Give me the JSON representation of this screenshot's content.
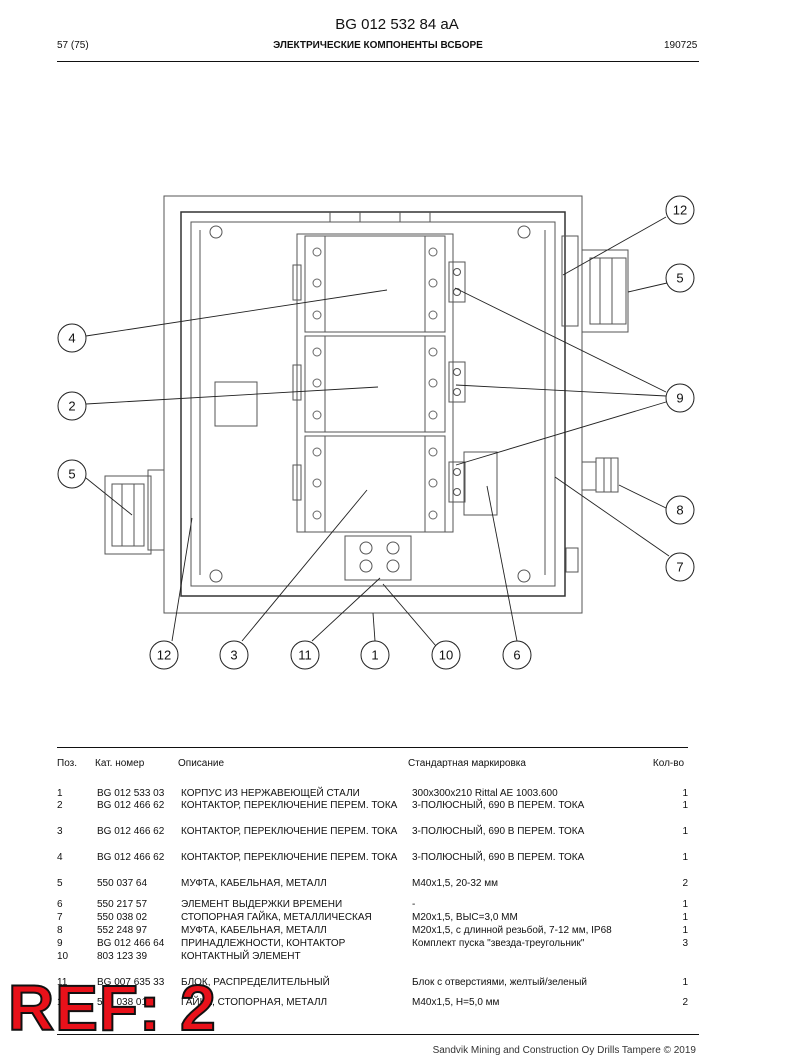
{
  "header": {
    "doc_number": "BG 012 532 84 aA",
    "page": "57 (75)",
    "section_title": "ЭЛЕКТРИЧЕСКИЕ КОМПОНЕНТЫ ВСБОРЕ",
    "revision": "190725"
  },
  "drawing": {
    "callouts": [
      "12",
      "5",
      "4",
      "9",
      "2",
      "5",
      "8",
      "7",
      "12",
      "3",
      "11",
      "1",
      "10",
      "6"
    ]
  },
  "table": {
    "headers": {
      "pos": "Поз.",
      "cat": "Кат. номер",
      "desc": "Описание",
      "std": "Стандартная маркировка",
      "qty": "Кол-во"
    },
    "rows": [
      {
        "pos": "1",
        "cat": "BG 012 533 03",
        "desc": "КОРПУС ИЗ НЕРЖАВЕЮЩЕЙ СТАЛИ",
        "std": "300x300x210 Rittal AE 1003.600",
        "qty": "1"
      },
      {
        "pos": "2",
        "cat": "BG 012 466 62",
        "desc": "КОНТАКТОР, ПЕРЕКЛЮЧЕНИЕ ПЕРЕМ. ТОКА",
        "std": "3-ПОЛЮСНЫЙ, 690 В ПЕРЕМ. ТОКА",
        "qty": "1"
      },
      {
        "pos": "3",
        "cat": "BG 012 466 62",
        "desc": "КОНТАКТОР, ПЕРЕКЛЮЧЕНИЕ ПЕРЕМ. ТОКА",
        "std": "3-ПОЛЮСНЫЙ, 690 В ПЕРЕМ. ТОКА",
        "qty": "1"
      },
      {
        "pos": "4",
        "cat": "BG 012 466 62",
        "desc": "КОНТАКТОР, ПЕРЕКЛЮЧЕНИЕ ПЕРЕМ. ТОКА",
        "std": "3-ПОЛЮСНЫЙ, 690 В ПЕРЕМ. ТОКА",
        "qty": "1"
      },
      {
        "pos": "5",
        "cat": "550 037 64",
        "desc": "МУФТА, КАБЕЛЬНАЯ, МЕТАЛЛ",
        "std": "M40x1,5, 20-32 мм",
        "qty": "2"
      },
      {
        "pos": "6",
        "cat": "550 217 57",
        "desc": "ЭЛЕМЕНТ ВЫДЕРЖКИ ВРЕМЕНИ",
        "std": "-",
        "qty": "1"
      },
      {
        "pos": "7",
        "cat": "550 038 02",
        "desc": "СТОПОРНАЯ ГАЙКА, МЕТАЛЛИЧЕСКАЯ",
        "std": "M20x1,5, ВЫС=3,0 ММ",
        "qty": "1"
      },
      {
        "pos": "8",
        "cat": "552 248 97",
        "desc": "МУФТА, КАБЕЛЬНАЯ, МЕТАЛЛ",
        "std": "M20x1,5, с длинной резьбой, 7-12 мм, IP68",
        "qty": "1"
      },
      {
        "pos": "9",
        "cat": "BG 012 466 64",
        "desc": "ПРИНАДЛЕЖНОСТИ, КОНТАКТОР",
        "std": "Комплект пуска \"звезда-треугольник\"",
        "qty": "3"
      },
      {
        "pos": "10",
        "cat": "803 123 39",
        "desc": "КОНТАКТНЫЙ ЭЛЕМЕНТ",
        "std": "",
        "qty": ""
      },
      {
        "pos": "11",
        "cat": "BG 007 635 33",
        "desc": "БЛОК, РАСПРЕДЕЛИТЕЛЬНЫЙ",
        "std": "Блок с отверстиями, желтый/зеленый",
        "qty": "1"
      },
      {
        "pos": "12",
        "cat": "550 038 01",
        "desc": "ГАЙКА, СТОПОРНАЯ, МЕТАЛЛ",
        "std": "M40x1,5, H=5,0 мм",
        "qty": "2"
      }
    ]
  },
  "footer": {
    "copyright": "Sandvik Mining and Construction Oy Drills Tampere © 2019"
  },
  "stamp": {
    "text": "REF: 2",
    "color": "#e8111a"
  }
}
